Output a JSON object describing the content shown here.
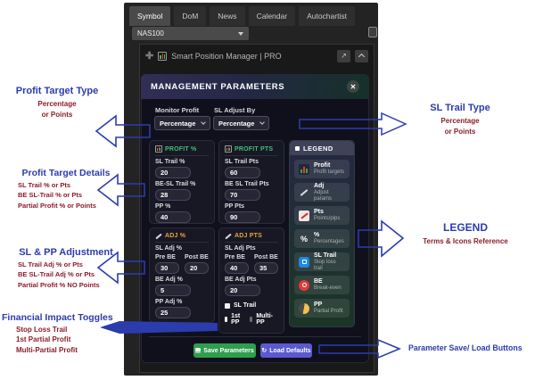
{
  "window": {
    "tabs": [
      {
        "label": "Symbol",
        "active": true
      },
      {
        "label": "DoM",
        "active": false
      },
      {
        "label": "News",
        "active": false
      },
      {
        "label": "Calendar",
        "active": false
      },
      {
        "label": "Autochartist",
        "active": false
      }
    ],
    "symbol_select": {
      "value": "NAS100"
    },
    "panel_title": "Smart Position Manager | PRO"
  },
  "dialog": {
    "title": "MANAGEMENT PARAMETERS",
    "monitor_profit": {
      "label": "Monitor Profit",
      "value": "Percentage"
    },
    "sl_adjust_by": {
      "label": "SL Adjust By",
      "value": "Percentage"
    },
    "profit_pct": {
      "title": "PROFIT %",
      "fields": [
        {
          "label": "SL Trail %",
          "value": "20"
        },
        {
          "label": "BE-SL Trail %",
          "value": "28"
        },
        {
          "label": "PP %",
          "value": "40"
        }
      ]
    },
    "profit_pts": {
      "title": "PROFIT PTS",
      "fields": [
        {
          "label": "SL Trail Pts",
          "value": "60"
        },
        {
          "label": "BE SL Trail Pts",
          "value": "70"
        },
        {
          "label": "PP Pts",
          "value": "90"
        }
      ]
    },
    "adj_pct": {
      "title": "ADJ %",
      "group_label": "SL Adj %",
      "pre_be": {
        "label": "Pre BE",
        "value": "30"
      },
      "post_be": {
        "label": "Post BE",
        "value": "20"
      },
      "be_adj": {
        "label": "BE Adj %",
        "value": "5"
      },
      "pp_adj": {
        "label": "PP Adj %",
        "value": "25"
      }
    },
    "adj_pts": {
      "title": "ADJ PTS",
      "group_label": "SL Adj Pts",
      "pre_be": {
        "label": "Pre BE",
        "value": "40"
      },
      "post_be": {
        "label": "Post BE",
        "value": "35"
      },
      "be_adj": {
        "label": "BE Adj Pts",
        "value": "20"
      },
      "toggles": [
        {
          "label": "SL Trail",
          "checked": true
        },
        {
          "label": "1st PP",
          "checked": true
        },
        {
          "label": "Multi-PP",
          "checked": false
        }
      ]
    },
    "legend": {
      "title": "LEGEND",
      "items": [
        {
          "icon": "profit-chart-icon",
          "term": "Profit",
          "desc": "Profit targets"
        },
        {
          "icon": "pencil-icon",
          "term": "Adj",
          "desc": "Adjust params"
        },
        {
          "icon": "points-chart-icon",
          "term": "Pts",
          "desc": "Points/pips"
        },
        {
          "icon": "percent-icon",
          "term": "%",
          "desc": "Percentages"
        },
        {
          "icon": "sl-trail-icon",
          "term": "SL Trail",
          "desc": "Stop loss trail"
        },
        {
          "icon": "break-even-icon",
          "term": "BE",
          "desc": "Break-even"
        },
        {
          "icon": "partial-profit-icon",
          "term": "PP",
          "desc": "Partial Profit"
        }
      ]
    },
    "buttons": {
      "save": "Save Parameters",
      "load": "Load Defaults"
    }
  },
  "annotations": {
    "left": [
      {
        "title": "Profit Target Type",
        "lines": [
          "Percentage",
          "or Points"
        ]
      },
      {
        "title": "Profit Target Details",
        "lines": [
          "SL Trail % or Pts",
          "BE SL-Trail % or Pts",
          "Partial Profit % or Points"
        ]
      },
      {
        "title": "SL & PP Adjustment",
        "lines": [
          "SL Trail Adj % or Pts",
          "BE SL-Trail Adj % or Pts",
          "Partial Profit % NO Points"
        ]
      },
      {
        "title": "Financial Impact Toggles",
        "lines": [
          "Stop Loss Trail",
          "1st Partial Profit",
          "Multi-Partial Profit"
        ]
      }
    ],
    "right": [
      {
        "title": "SL Trail Type",
        "lines": [
          "Percentage",
          "or Points"
        ]
      },
      {
        "title": "LEGEND",
        "lines": [
          "Terms & Icons Reference"
        ]
      },
      {
        "title": "Parameter Save/ Load Buttons",
        "lines": []
      }
    ]
  },
  "colors": {
    "save_green": "#2e9e4e",
    "load_purple": "#5b59cf",
    "annotation_blue": "#2b3cae",
    "annotation_red": "#8c1c28",
    "profit_header_green": "#3fbf77",
    "adj_header_orange": "#e8a33d",
    "sl_trail_blue": "#1e88e5",
    "break_even_red": "#e53935",
    "partial_profit_gold": "#f2c14e"
  }
}
